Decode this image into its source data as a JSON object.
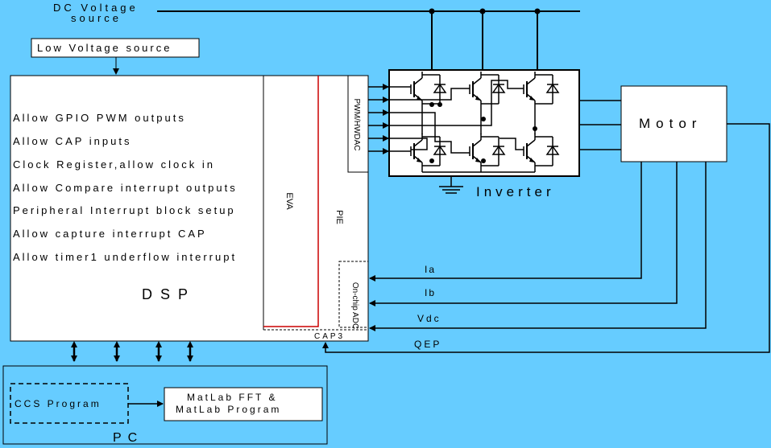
{
  "colors": {
    "background": "#66ccff",
    "boxes": "#ffffff",
    "lines": "#000000",
    "eva_border": "#cc0000"
  },
  "sources": {
    "dc_line1": "DC Voltage",
    "dc_line2": "source",
    "low_voltage": "Low Voltage source"
  },
  "dsp": {
    "title": "DSP",
    "items": [
      "Allow GPIO PWM outputs",
      "Allow CAP inputs",
      "Clock Register,allow clock in",
      "Allow Compare interrupt outputs",
      "Peripheral Interrupt block setup",
      "Allow capture interrupt CAP",
      "Allow timer1 underflow interrupt"
    ],
    "eva": "EVA",
    "pie": "PIE",
    "pwm": "PWM/HWDAC",
    "adc": "On-chip ADC",
    "cap3": "CAP3"
  },
  "inverter": {
    "label": "Inverter"
  },
  "motor": {
    "label": "Motor"
  },
  "signals": {
    "ia": "Ia",
    "ib": "Ib",
    "vdc": "Vdc",
    "qep": "QEP"
  },
  "pc": {
    "label": "PC",
    "ccs": "CCS Program",
    "matlab_line1": "MatLab FFT &",
    "matlab_line2": "MatLab Program"
  }
}
